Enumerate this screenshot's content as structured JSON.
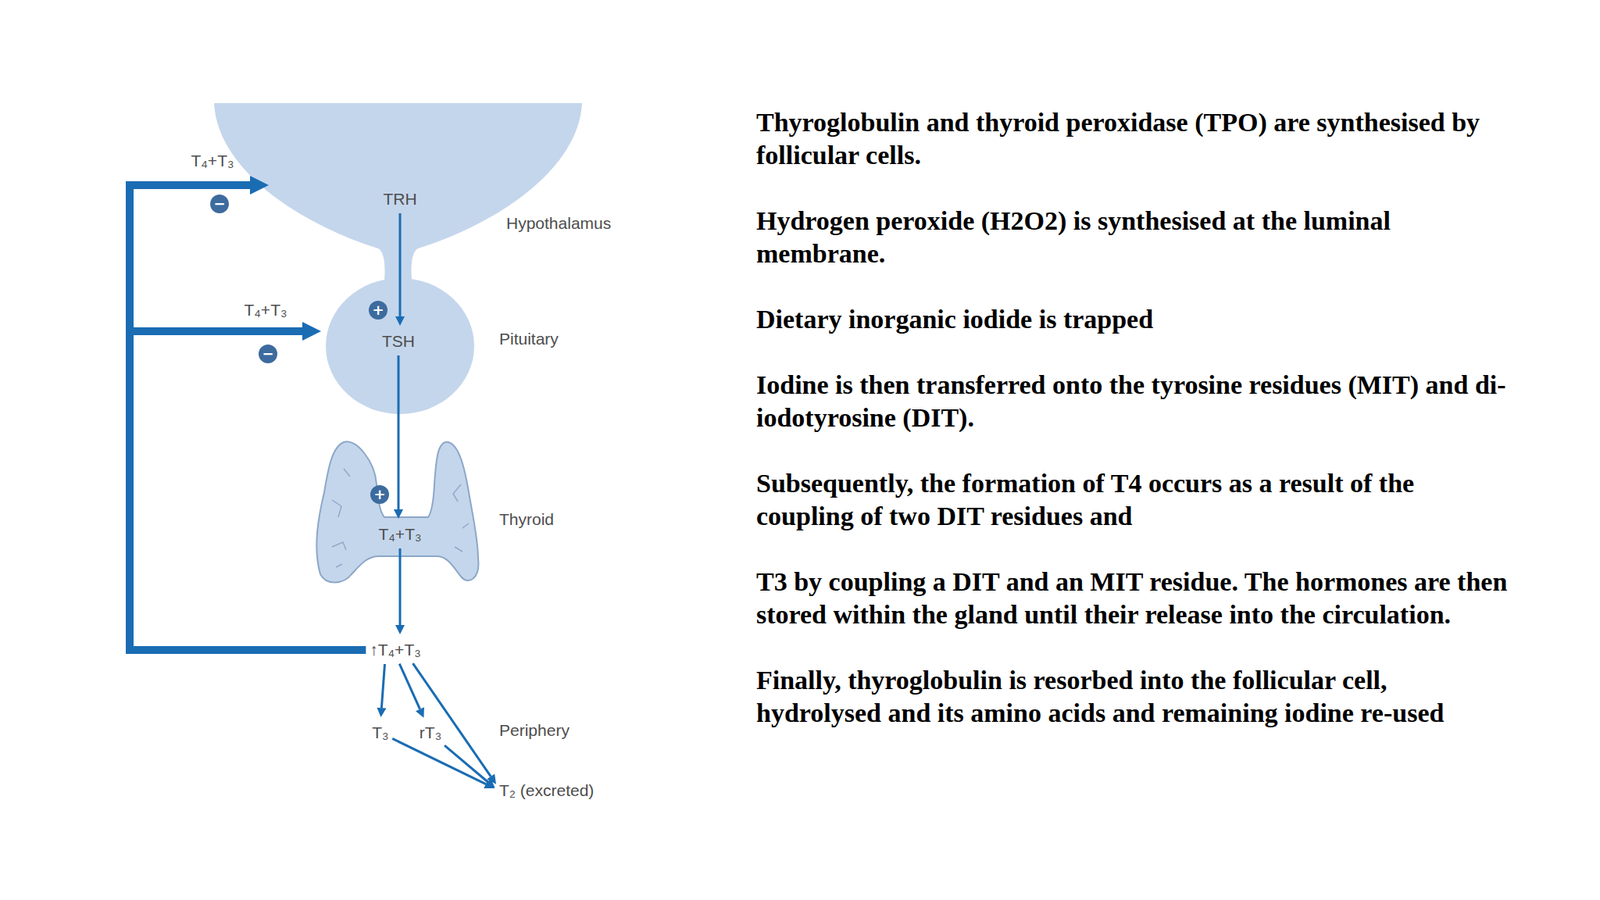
{
  "diagram": {
    "nodes": [
      {
        "text": [
          "TRH",
          "Hypothalamus"
        ]
      },
      {
        "text": [
          "TSH",
          "Pituitary"
        ]
      },
      {
        "text": [
          "T₄+T₃",
          "Thyroid"
        ]
      },
      {
        "text": [
          "↑T₄+T₃"
        ]
      },
      {
        "text": [
          "T₃"
        ]
      },
      {
        "text": [
          "rT₃"
        ]
      },
      {
        "text": [
          "T₂ (excreted)"
        ]
      }
    ],
    "edges": [
      {
        "from": 0,
        "to": 1,
        "arrow": "to"
      },
      {
        "from": 1,
        "to": 2,
        "arrow": "to"
      },
      {
        "from": 2,
        "to": 3,
        "arrow": "to"
      },
      {
        "from": 3,
        "to": 4,
        "arrow": "to"
      },
      {
        "from": 3,
        "to": 5,
        "arrow": "to"
      },
      {
        "from": 3,
        "to": 6,
        "arrow": "to"
      },
      {
        "from": 4,
        "to": 6,
        "arrow": "to"
      },
      {
        "from": 5,
        "to": 6,
        "arrow": "to"
      },
      {
        "from": 3,
        "to": 0,
        "arrow": "to"
      },
      {
        "from": 3,
        "to": 1,
        "arrow": "to"
      }
    ],
    "labels": [
      "T₄+T₃",
      "−",
      "T₄+T₃",
      "−",
      "+",
      "+",
      "Periphery",
      "Thyroglobulin and thyroid peroxidase (TPO) are synthesised by follicular cells.",
      "Hydrogen peroxide (H2O2) is synthesised at the luminal membrane.",
      "Dietary inorganic iodide is trapped",
      "Iodine is then transferred onto the tyrosine residues (MIT) and di-iodotyrosine (DIT).",
      "Subsequently, the formation of T4 occurs as a result of the coupling of two DIT residues and",
      "T3 by coupling a DIT and an MIT residue. The hormones are then stored within the gland until their release into the circulation.",
      "Finally, thyroglobulin is resorbed into the follicular cell, hydrolysed and its amino acids and remaining iodine re-used"
    ]
  }
}
